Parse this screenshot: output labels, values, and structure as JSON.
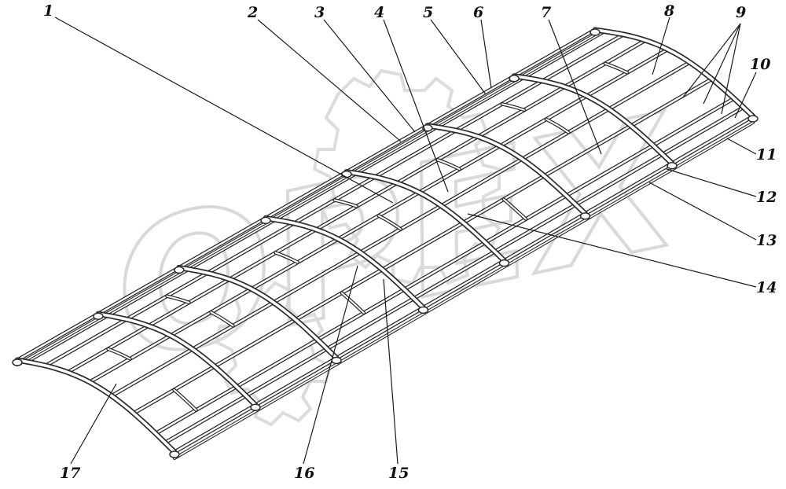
{
  "watermark": {
    "text": "OPEX"
  },
  "diagram": {
    "callouts": [
      "1",
      "2",
      "3",
      "4",
      "5",
      "6",
      "7",
      "8",
      "9",
      "10",
      "11",
      "12",
      "13",
      "14",
      "15",
      "16",
      "17"
    ]
  },
  "colors": {
    "line": "#2b2b2b",
    "watermark": "#d9d9d9",
    "text": "#111111"
  }
}
